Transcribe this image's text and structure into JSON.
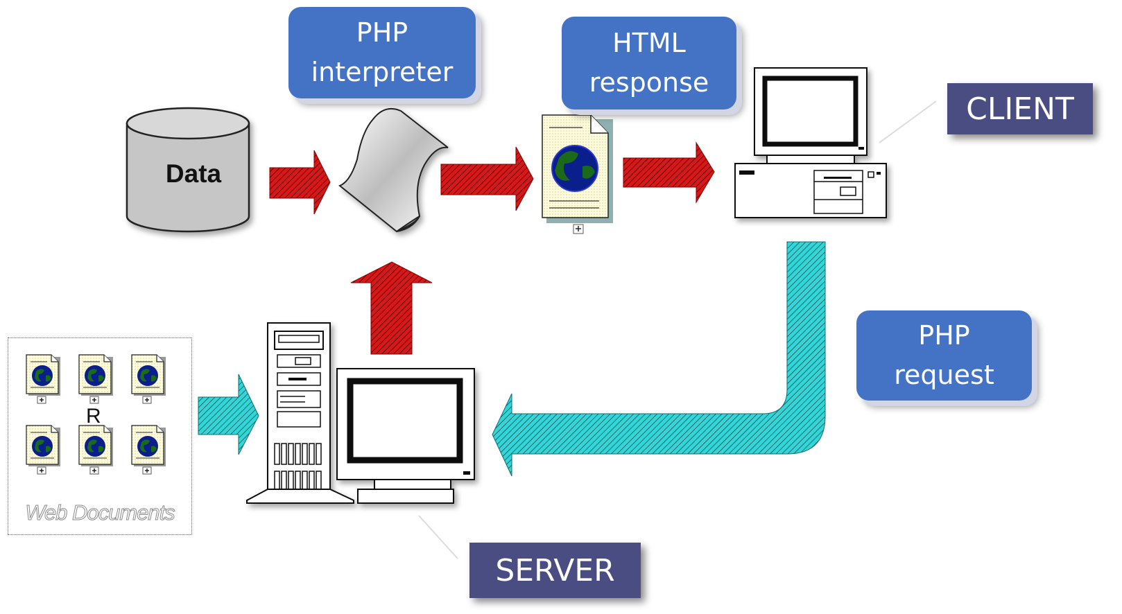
{
  "labels": {
    "data": "Data",
    "php_interpreter": "PHP\ninterpreter",
    "html_response": "HTML\nresponse",
    "php_request": "PHP\nrequest",
    "client": "CLIENT",
    "server": "SERVER",
    "web_documents": "Web Documents",
    "r_mark": "R"
  },
  "colors": {
    "callout_blue": "#4472c4",
    "tag_navy": "#4a4d82",
    "arrow_red": "#cc1111",
    "arrow_cyan": "#2bc5c8",
    "cylinder_gray": "#c8c8c8"
  },
  "icons": [
    "database-cylinder",
    "php-interpreter-page-icon",
    "html-document-globe-icon",
    "client-computer-icon",
    "server-computer-icon",
    "web-document-icon"
  ]
}
